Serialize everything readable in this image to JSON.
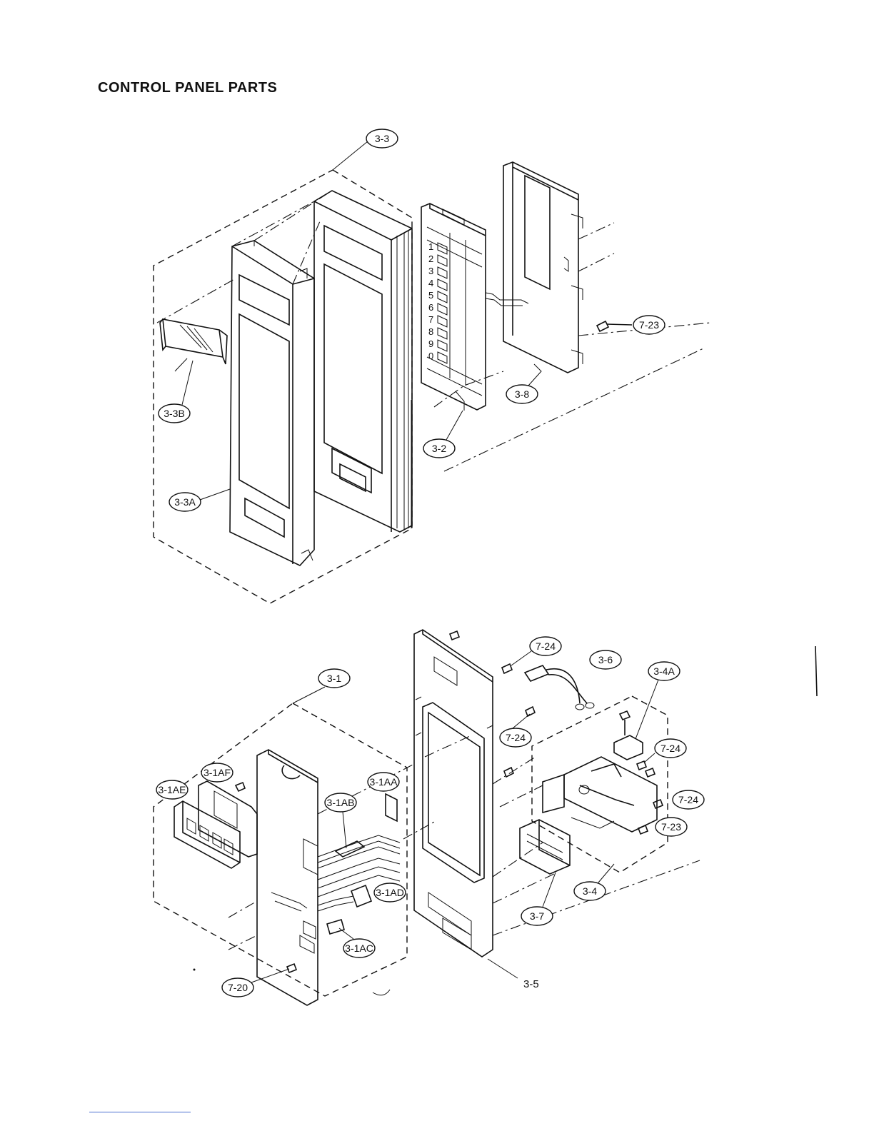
{
  "title": "CONTROL PANEL PARTS",
  "top_assembly": {
    "labels": {
      "frame_assembly": "3-3",
      "cover_plate": "3-3A",
      "display_window": "3-3B",
      "key_pad": "3-2",
      "key_holder": "3-8",
      "screw": "7-23"
    },
    "key_numbers": [
      "1",
      "2",
      "3",
      "4",
      "5",
      "6",
      "7",
      "8",
      "9",
      "0"
    ]
  },
  "bottom_assembly": {
    "labels": {
      "pcb_assembly": "3-1",
      "display_holder": "3-1AF",
      "display_tube": "3-1AE",
      "pcb_board": "3-1AB",
      "connector_a": "3-1AA",
      "connector_d": "3-1AD",
      "connector_c": "3-1AC",
      "screw_pcb": "7-20",
      "screw_top": "7-24",
      "screw_mid": "7-24",
      "harness": "3-6",
      "switch": "3-4A",
      "screw_switch_1": "7-24",
      "screw_switch_2": "7-24",
      "screw_switch_3": "7-23",
      "lever_assembly": "3-4",
      "button": "3-7",
      "panel_frame": "3-5"
    }
  }
}
